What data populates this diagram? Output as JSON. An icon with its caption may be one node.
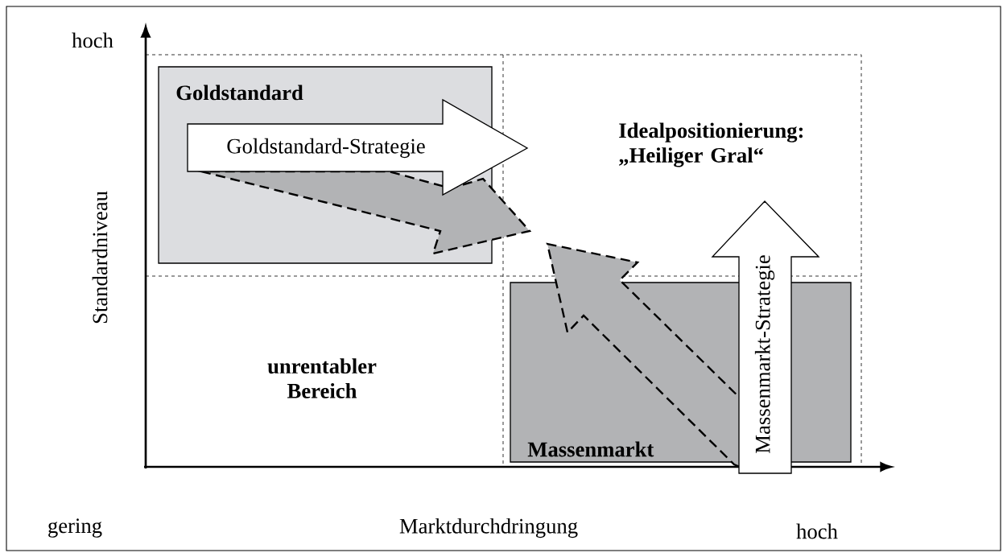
{
  "diagram": {
    "nodes": [
      {
        "text": [
          "Goldstandard"
        ]
      },
      {
        "text": [
          "Goldstandard-Strategie"
        ]
      },
      {
        "text": [
          "Massenmarkt"
        ]
      },
      {
        "text": [
          "Massenmarkt-Strategie"
        ]
      }
    ],
    "edges": [
      {
        "from": 1,
        "to": null,
        "arrow": "to",
        "style": "dashed"
      },
      {
        "from": 3,
        "to": null,
        "arrow": "to",
        "style": "dashed"
      }
    ],
    "labels": [
      "hoch",
      "Standardniveau",
      "unrentabler Bereich",
      "Idealpositionierung: „Heiliger Gral“",
      "gering",
      "Marktdurchdringung",
      "hoch"
    ]
  }
}
